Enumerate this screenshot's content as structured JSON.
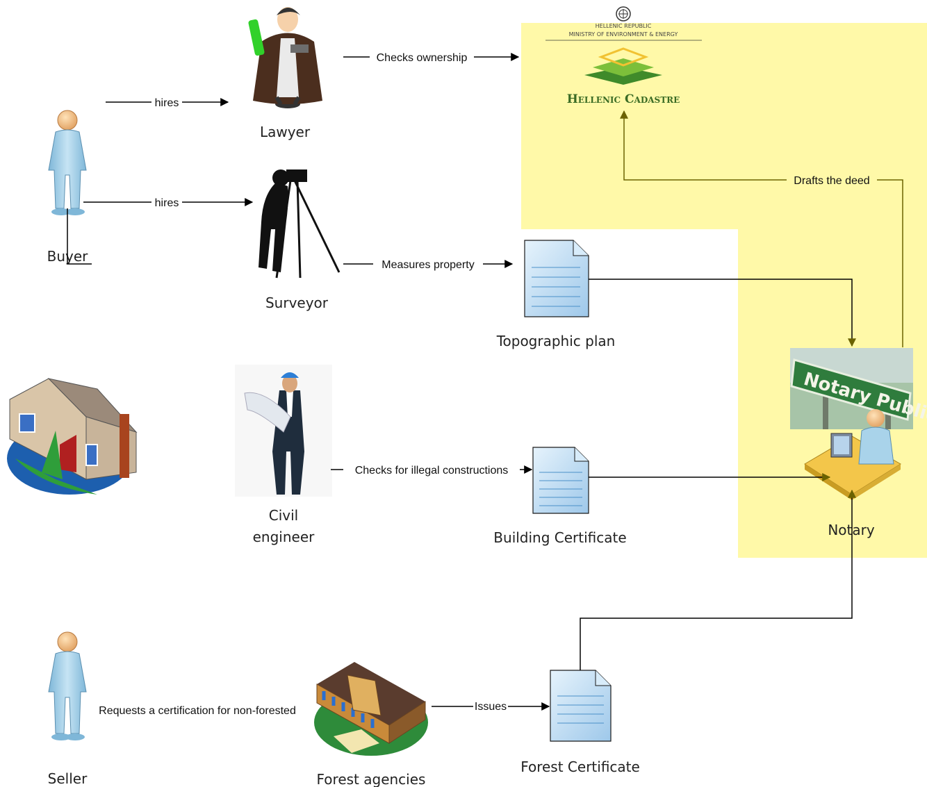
{
  "cadastre": {
    "republic": "HELLENIC REPUBLIC",
    "ministry": "MINISTRY OF ENVIRONMENT & ENERGY",
    "name": "Hellenic Cadastre"
  },
  "notary_sign": "Notary Public",
  "nodes": {
    "buyer": "Buyer",
    "lawyer": "Lawyer",
    "surveyor": "Surveyor",
    "topographic_plan": "Topographic plan",
    "civil_engineer_line1": "Civil",
    "civil_engineer_line2": "engineer",
    "building_certificate": "Building Certificate",
    "notary": "Notary",
    "seller": "Seller",
    "forest_agencies": "Forest agencies",
    "forest_certificate": "Forest Certificate"
  },
  "edges": {
    "buyer_lawyer": "hires",
    "buyer_surveyor": "hires",
    "lawyer_cadastre": "Checks ownership",
    "surveyor_plan": "Measures property",
    "engineer_cert": "Checks for illegal constructions",
    "notary_cadastre": "Drafts the deed",
    "seller_agencies": "Requests a certification for non-forested",
    "agencies_cert": "Issues"
  },
  "colors": {
    "highlight": "#fff9a8",
    "arrow": "#000000",
    "notary_arrow": "#6b6200",
    "document": "#bcdcf4",
    "person": "#a9d3ea"
  }
}
